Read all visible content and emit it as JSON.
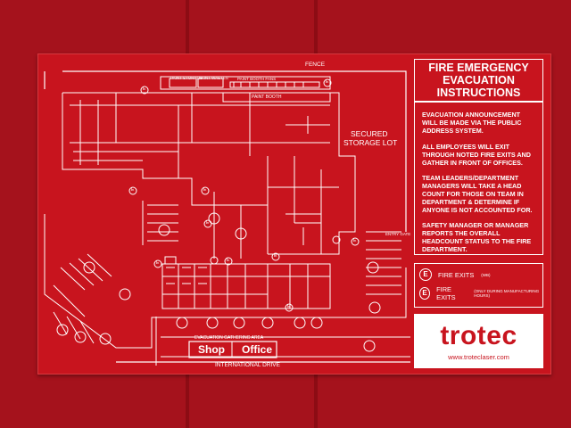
{
  "sign": {
    "title_lines": [
      "FIRE EMERGENCY",
      "EVACUATION",
      "INSTRUCTIONS"
    ],
    "instructions": [
      "EVACUATION ANNOUNCEMENT WILL BE MADE VIA THE PUBLIC ADDRESS SYSTEM.",
      "ALL EMPLOYEES WILL EXIT THROUGH NOTED FIRE EXITS AND GATHER IN FRONT OF OFFICES.",
      "TEAM LEADERS/DEPARTMENT MANAGERS WILL TAKE A HEAD COUNT FOR THOSE ON TEAM IN DEPARTMENT & DETERMINE IF ANYONE IS NOT ACCOUNTED FOR.",
      "SAFETY MANAGER OR MANAGER REPORTS THE OVERALL HEADCOUNT STATUS TO THE FIRE DEPARTMENT."
    ],
    "legend": [
      {
        "symbol": "E",
        "label": "FIRE EXITS",
        "note": "(WB)"
      },
      {
        "symbol": "E",
        "label": "FIRE EXITS",
        "note": "(ONLY DURING MANUFACTURING HOURS)"
      }
    ],
    "brand": {
      "name": "trotec",
      "url": "www.troteclaser.com"
    }
  },
  "map": {
    "fence": "FENCE",
    "paint_storage": "PAINT STORAGE",
    "paint_wastes": "PAINT WASTES",
    "paint_booth_fans": "PAINT BOOTH FANS",
    "paint_booth": "PAINT BOOTH",
    "secured_storage": [
      "SECURED",
      "STORAGE LOT"
    ],
    "entry_gate": "ENTRY GATE",
    "gathering_area": "EVACUATION GATHERING AREA",
    "shop": "Shop",
    "office": "Office",
    "street": "INTERNATIONAL DRIVE",
    "exit_symbol": "E"
  },
  "colors": {
    "sign_red": "#c8141e",
    "wall_red": "#a5121c",
    "line_white": "#ffffff"
  }
}
